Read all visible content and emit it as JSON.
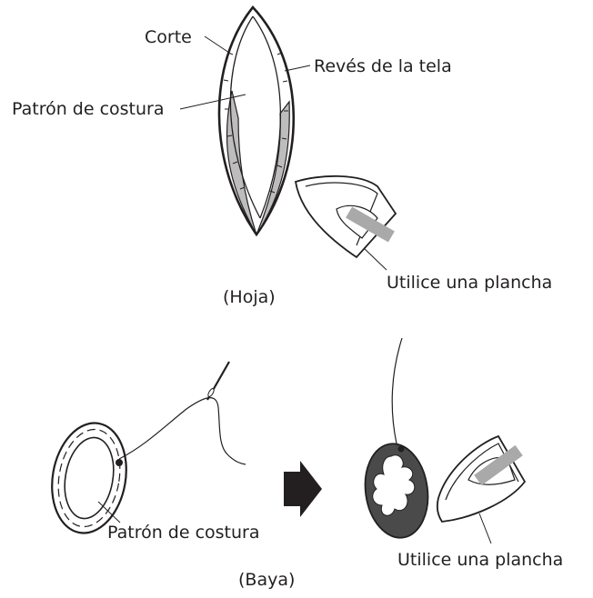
{
  "leaf": {
    "labels": {
      "cut": "Corte",
      "fabric_back": "Revés de la tela",
      "sewing_pattern": "Patrón de costura",
      "use_iron": "Utilice una plancha"
    },
    "caption": "(Hoja)"
  },
  "berry": {
    "labels": {
      "sewing_pattern": "Patrón de costura",
      "use_iron": "Utilice una plancha"
    },
    "caption": "(Baya)"
  },
  "colors": {
    "line": "#231f20",
    "seam_gray": "#bdbdbd",
    "dark_fill": "#4a4a4a",
    "iron_band": "#a9a9a9"
  }
}
